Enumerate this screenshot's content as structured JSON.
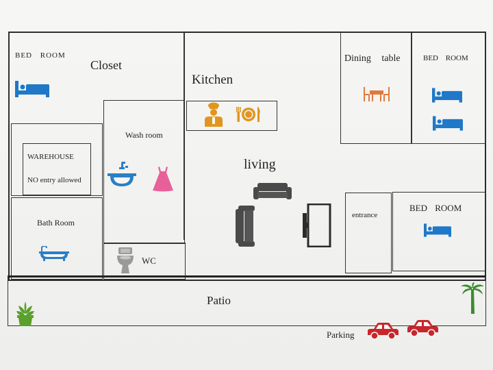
{
  "labels": {
    "bedroom_tl": "BED ROOM",
    "closet": "Closet",
    "kitchen": "Kitchen",
    "dining_table": "Dining table",
    "bedroom_tr": "BED ROOM",
    "wash_room": "Wash room",
    "warehouse": "WAREHOUSE",
    "no_entry": "NO entry allowed",
    "living": "living",
    "bath_room": "Bath Room",
    "entrance": "entrance",
    "bedroom_br": "BED ROOM",
    "wc": "WC",
    "patio": "Patio",
    "parking": "Parking"
  },
  "icons": {
    "bed": "bed-icon",
    "chef": "chef-icon",
    "dining": "plate-cutlery-icon",
    "table": "dining-table-icon",
    "sink": "sink-icon",
    "dress": "dress-icon",
    "sofa": "sofa-icon",
    "tv": "tv-icon",
    "bathtub": "bathtub-icon",
    "toilet": "toilet-icon",
    "plant": "potted-plant-icon",
    "palm": "palm-tree-icon",
    "car": "car-icon"
  },
  "colors": {
    "bed": "#1f78c8",
    "chef": "#e0961e",
    "table": "#e07a3c",
    "dress": "#e8609a",
    "sink": "#2a7fc4",
    "sofa": "#4a4a4a",
    "plant": "#5aa02c",
    "palm": "#3a8c2e",
    "car": "#c8262c"
  }
}
